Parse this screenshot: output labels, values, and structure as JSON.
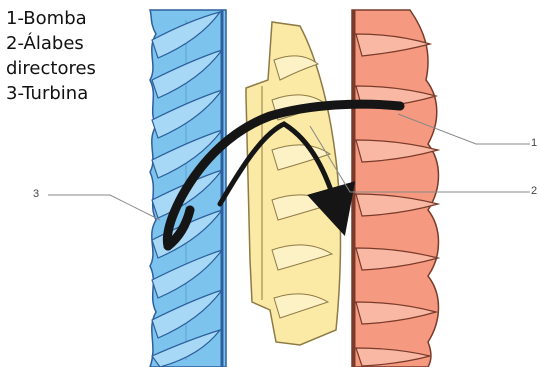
{
  "legend": {
    "line1": "1-Bomba",
    "line2": "2-Álabes",
    "line3": "directores",
    "line4": "3-Turbina"
  },
  "callouts": {
    "turbine": "3",
    "stator": "2",
    "pump": "1"
  },
  "colors": {
    "turbine_fill": "#7cc4ee",
    "turbine_edge": "#2d5f9c",
    "stator_fill": "#fbe9a6",
    "stator_edge": "#8e7a45",
    "pump_fill": "#f59a80",
    "pump_edge": "#7a3a2a",
    "flow_arrow": "#151515",
    "leader_line": "#888888"
  }
}
